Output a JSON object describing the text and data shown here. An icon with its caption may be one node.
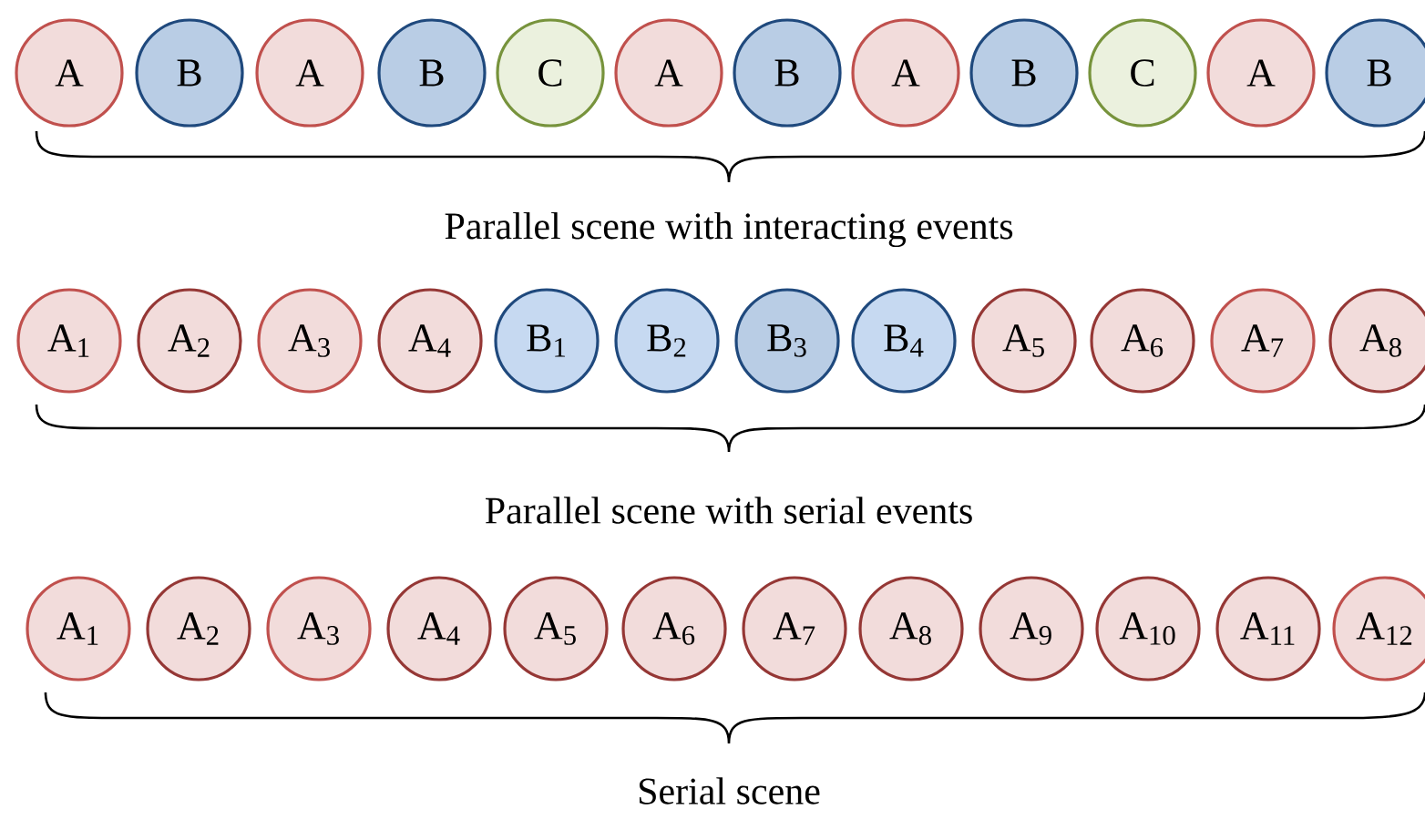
{
  "diagram": {
    "nodes": [
      {
        "text": [
          "A"
        ]
      },
      {
        "text": [
          "B"
        ]
      },
      {
        "text": [
          "A"
        ]
      },
      {
        "text": [
          "B"
        ]
      },
      {
        "text": [
          "C"
        ]
      },
      {
        "text": [
          "A"
        ]
      },
      {
        "text": [
          "B"
        ]
      },
      {
        "text": [
          "A"
        ]
      },
      {
        "text": [
          "B"
        ]
      },
      {
        "text": [
          "C"
        ]
      },
      {
        "text": [
          "A"
        ]
      },
      {
        "text": [
          "B"
        ]
      },
      {
        "text": [
          "A$_{1}$"
        ]
      },
      {
        "text": [
          "A$_{2}$"
        ]
      },
      {
        "text": [
          "A$_{3}$"
        ]
      },
      {
        "text": [
          "A$_{4}$"
        ]
      },
      {
        "text": [
          "B$_{1}$"
        ]
      },
      {
        "text": [
          "B$_{2}$"
        ]
      },
      {
        "text": [
          "B$_{3}$"
        ]
      },
      {
        "text": [
          "B$_{4}$"
        ]
      },
      {
        "text": [
          "A$_{5}$"
        ]
      },
      {
        "text": [
          "A$_{6}$"
        ]
      },
      {
        "text": [
          "A$_{7}$"
        ]
      },
      {
        "text": [
          "A$_{8}$"
        ]
      },
      {
        "text": [
          "A$_{1}$"
        ]
      },
      {
        "text": [
          "A$_{2}$"
        ]
      },
      {
        "text": [
          "A$_{3}$"
        ]
      },
      {
        "text": [
          "A$_{4}$"
        ]
      },
      {
        "text": [
          "A$_{5}$"
        ]
      },
      {
        "text": [
          "A$_{6}$"
        ]
      },
      {
        "text": [
          "A$_{7}$"
        ]
      },
      {
        "text": [
          "A$_{8}$"
        ]
      },
      {
        "text": [
          "A$_{9}$"
        ]
      },
      {
        "text": [
          "A$_{10}$"
        ]
      },
      {
        "text": [
          "A$_{11}$"
        ]
      },
      {
        "text": [
          "A$_{12}$"
        ]
      }
    ],
    "labels": [
      "Parallel scene with interacting events",
      "Parallel scene with serial events",
      "Serial scene"
    ]
  }
}
